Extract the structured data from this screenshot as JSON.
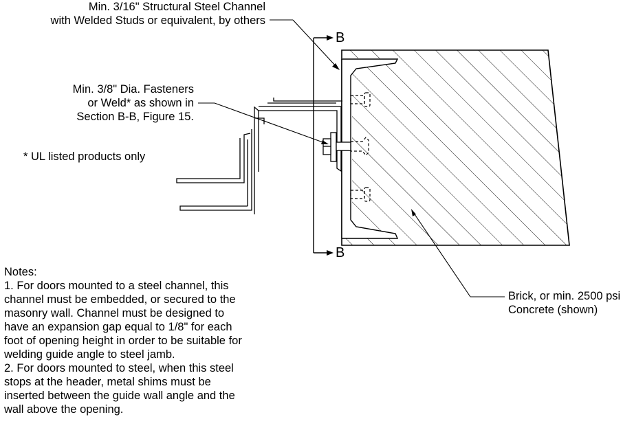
{
  "labels": {
    "channel": [
      "Min. 3/16\" Structural Steel Channel",
      "with Welded Studs or equivalent, by others"
    ],
    "fasteners": [
      "Min. 3/8\" Dia. Fasteners",
      "or Weld* as shown in",
      "Section B-B, Figure 15."
    ],
    "ul": "* UL listed products only",
    "brick": [
      "Brick, or min. 2500 psi",
      "Concrete (shown)"
    ],
    "section_top": "B",
    "section_bottom": "B"
  },
  "notes": {
    "heading": "Notes:",
    "lines": [
      "1. For doors mounted to a steel channel, this",
      "channel must be embedded, or secured to the",
      "masonry wall.  Channel must be designed to",
      "have an expansion gap equal to 1/8\" for each",
      "foot of opening height in order to be suitable for",
      "welding guide angle to steel jamb.",
      "2.  For doors mounted to steel, when this steel",
      "stops at the header, metal shims must be",
      "inserted between the guide wall angle and the",
      "wall above the opening."
    ]
  }
}
